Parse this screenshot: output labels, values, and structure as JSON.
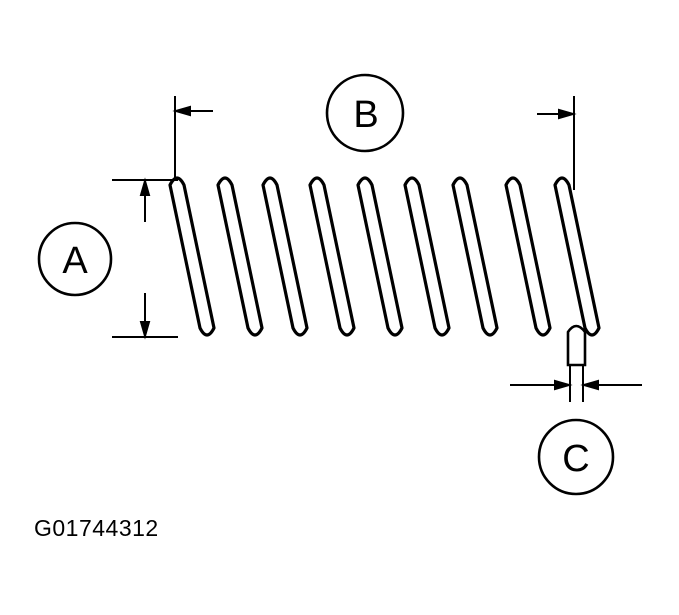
{
  "callouts": {
    "a": "A",
    "b": "B",
    "c": "C"
  },
  "figure_id": "G01744312",
  "colors": {
    "ink": "#000000",
    "background": "#ffffff"
  }
}
